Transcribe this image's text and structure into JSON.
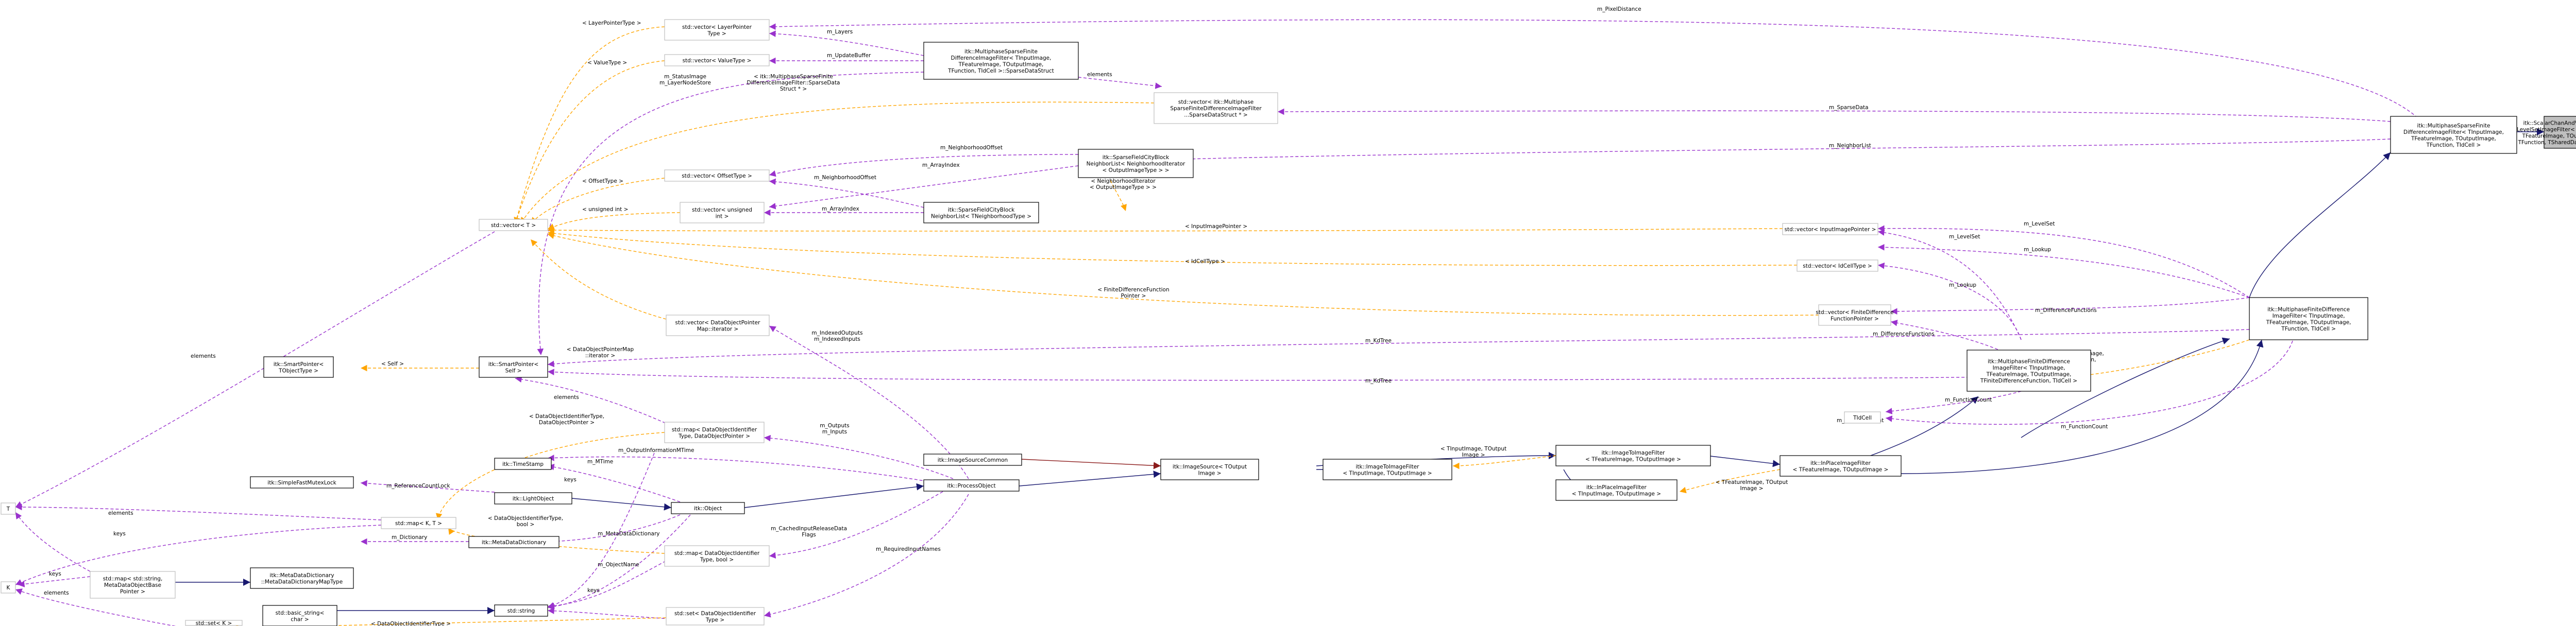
{
  "colors": {
    "usage_edge": "#9a32cd",
    "template_edge": "#ffa500",
    "inherit_edge": "#191970",
    "inherit_alt_edge": "#8b1a1a",
    "focus_fill": "#bfbfbf",
    "node_border": "#000000",
    "node_border_light": "#bfbfbf"
  },
  "nodes": {
    "scalar_chan": [
      "itk::ScalarChanAndVeseSparse",
      "LevelSetImageFilter< TInputImage,",
      "TFeatureImage, TOutputImage,",
      "TFunction, TSharedData, TIdCell >"
    ],
    "mp_sparse": [
      "itk::MultiphaseSparseFinite",
      "DifferenceImageFilter< TInputImage,",
      "TFeatureImage, TOutputImage,",
      "TFunction, TIdCell >"
    ],
    "mp_finite": [
      "itk::MultiphaseFiniteDifference",
      "ImageFilter< TInputImage,",
      "TFeatureImage, TOutputImage,",
      "TFunction, TIdCell >"
    ],
    "mp_finite_base": [
      "itk::MultiphaseFiniteDifference",
      "ImageFilter< TInputImage,",
      "TFeatureImage, TOutputImage,",
      "TFiniteDifferenceFunction, TIdCell >"
    ],
    "inplace_tf": [
      "itk::InPlaceImageFilter",
      "< TFeatureImage, TOutputImage >"
    ],
    "img2img_tf": [
      "itk::ImageToImageFilter",
      "< TFeatureImage, TOutputImage >"
    ],
    "inplace_ti": [
      "itk::InPlaceImageFilter",
      "< TInputImage, TOutputImage >"
    ],
    "img2img_ti": [
      "itk::ImageToImageFilter",
      "< TInputImage, TOutputImage >"
    ],
    "img_source": [
      "itk::ImageSource< TOutput",
      "Image >"
    ],
    "img_source_common": [
      "itk::ImageSourceCommon"
    ],
    "process_object": [
      "itk::ProcessObject"
    ],
    "object": [
      "itk::Object"
    ],
    "light_object": [
      "itk::LightObject"
    ],
    "time_stamp": [
      "itk::TimeStamp"
    ],
    "meta_dd": [
      "itk::MetaDataDictionary"
    ],
    "meta_dd_map": [
      "itk::MetaDataDictionary",
      "::MetaDataDictionaryMapType"
    ],
    "simple_lock": [
      "itk::SimpleFastMutexLock"
    ],
    "basic_string": [
      "std::basic_string<",
      "char >"
    ],
    "std_string": [
      "std::string"
    ],
    "std_map_str": [
      "std::map< std::string,",
      "MetaDataObjectBase",
      "Pointer >"
    ],
    "std_map_kt": [
      "std::map< K, T >"
    ],
    "std_set_k": [
      "std::set< K >"
    ],
    "k": [
      "K"
    ],
    "t": [
      "T"
    ],
    "smart_pointer": [
      "itk::SmartPointer<",
      "Self >"
    ],
    "smart_pointer_tobj": [
      "itk::SmartPointer<",
      "TObjectType >"
    ],
    "std_vector_t": [
      "std::vector< T >"
    ],
    "vec_layer": [
      "std::vector< LayerPointer",
      "Type >"
    ],
    "vec_value": [
      "std::vector< ValueType >"
    ],
    "sparse_data_struct": [
      "itk::MultiphaseSparseFinite",
      "DifferenceImageFilter< TInputImage,",
      "TFeatureImage, TOutputImage,",
      "TFunction, TIdCell >::SparseDataStruct"
    ],
    "vec_sparse_data": [
      "std::vector< itk::Multiphase",
      "SparseFiniteDifferenceImageFilter",
      "...SparseDataStruct * >"
    ],
    "vec_offset": [
      "std::vector< OffsetType >"
    ],
    "vec_unsigned": [
      "std::vector< unsigned",
      "int >"
    ],
    "sfcn_neigh_iter": [
      "itk::SparseFieldCityBlock",
      "NeighborList< NeighborhoodIterator",
      "< OutputImageType > >"
    ],
    "sfcn_tneigh": [
      "itk::SparseFieldCityBlock",
      "NeighborList< TNeighborhoodType >"
    ],
    "vec_input_ptr": [
      "std::vector< InputImagePointer >"
    ],
    "vec_idcell": [
      "std::vector< IdCellType >"
    ],
    "vec_fdf_ptr": [
      "std::vector< FiniteDifference",
      "FunctionPointer >"
    ],
    "vec_data_obj_iter": [
      "std::vector< DataObjectPointer",
      "Map::iterator >"
    ],
    "map_data_obj": [
      "std::map< DataObjectIdentifier",
      "Type, DataObjectPointer >"
    ],
    "map_data_bool": [
      "std::map< DataObjectIdentifier",
      "Type, bool >"
    ],
    "set_data_obj": [
      "std::set< DataObjectIdentifier",
      "Type >"
    ],
    "tidcell": [
      "TIdCell"
    ]
  },
  "edge_labels": {
    "pixel_distance": "m_PixelDistance",
    "sparse_data": "m_SparseData",
    "neighbor_list": "m_NeighborList",
    "level_set": "m_LevelSet",
    "lookup": "m_Lookup",
    "lookup2": "m_Lookup",
    "level_set2": "m_LevelSet",
    "difference_functions": "m_DifferenceFunctions",
    "difference_functions2": "m_DifferenceFunctions",
    "kd_tree": "m_KdTree",
    "kd_tree2": "m_KdTree",
    "function_count": "m_FunctionCount",
    "function_count2": "m_FunctionCount",
    "layers": "m_Layers",
    "update_buffer": "m_UpdateBuffer",
    "elements1": "elements",
    "status_image": "m_StatusImage\nm_LayerNodeStore",
    "mp_sparse_template": "< itk::MultiphaseSparseFinite\nDifferenceImageFilter::SparseData\nStruct * >",
    "layer_pointer_type": "< LayerPointerType >",
    "value_type": "< ValueType >",
    "neighborhood_offset": "m_NeighborhoodOffset",
    "array_index": "m_ArrayIndex",
    "neighborhood_offset2": "m_NeighborhoodOffset",
    "array_index2": "m_ArrayIndex",
    "offset_type": "< OffsetType >",
    "unsigned_int": "< unsigned int >",
    "neigh_iter_template": "< NeighborhoodIterator\n< OutputImageType > >",
    "input_image_pointer": "< InputImagePointer >",
    "idcell_type": "< IdCellType >",
    "fdf_pointer": "< FiniteDifferenceFunction\nPointer >",
    "elements_t": "elements",
    "self": "< Self >",
    "data_obj_ptr_map_iter": "< DataObjectPointerMap\n::iterator >",
    "indexed_outputs": "m_IndexedOutputs\nm_IndexedInputs",
    "elements2": "elements",
    "outputs_inputs": "m_Outputs\nm_Inputs",
    "data_obj_id_ptr": "< DataObjectIdentifierType,\nDataObjectPointer >",
    "output_info_mtime": "m_OutputInformationMTime",
    "mtime": "m_MTime",
    "reference_count_lock": "m_ReferenceCountLock",
    "keys1": "keys",
    "elements3": "elements",
    "keys2": "keys",
    "data_obj_id_bool": "< DataObjectIdentifierType,\nbool >",
    "cached_input": "m_CachedInputReleaseData\nFlags",
    "meta_data_dictionary": "m_MetaDataDictionary",
    "object_name": "m_ObjectName",
    "dictionary": "m_Dictionary",
    "keys3": "keys",
    "required_input_names": "m_RequiredInputNames",
    "data_obj_id_type": "< DataObjectIdentifierType >",
    "keys4": "keys",
    "elements4": "elements",
    "tinput_tfeature": "< TInputImage, TFeatureImage,\nTOutputImage, TFunction,\nTIdCell >",
    "tfeature_toutput": "< TFeatureImage, TOutput\nImage >",
    "tinput_toutput": "< TInputImage, TOutput\nImage >"
  }
}
